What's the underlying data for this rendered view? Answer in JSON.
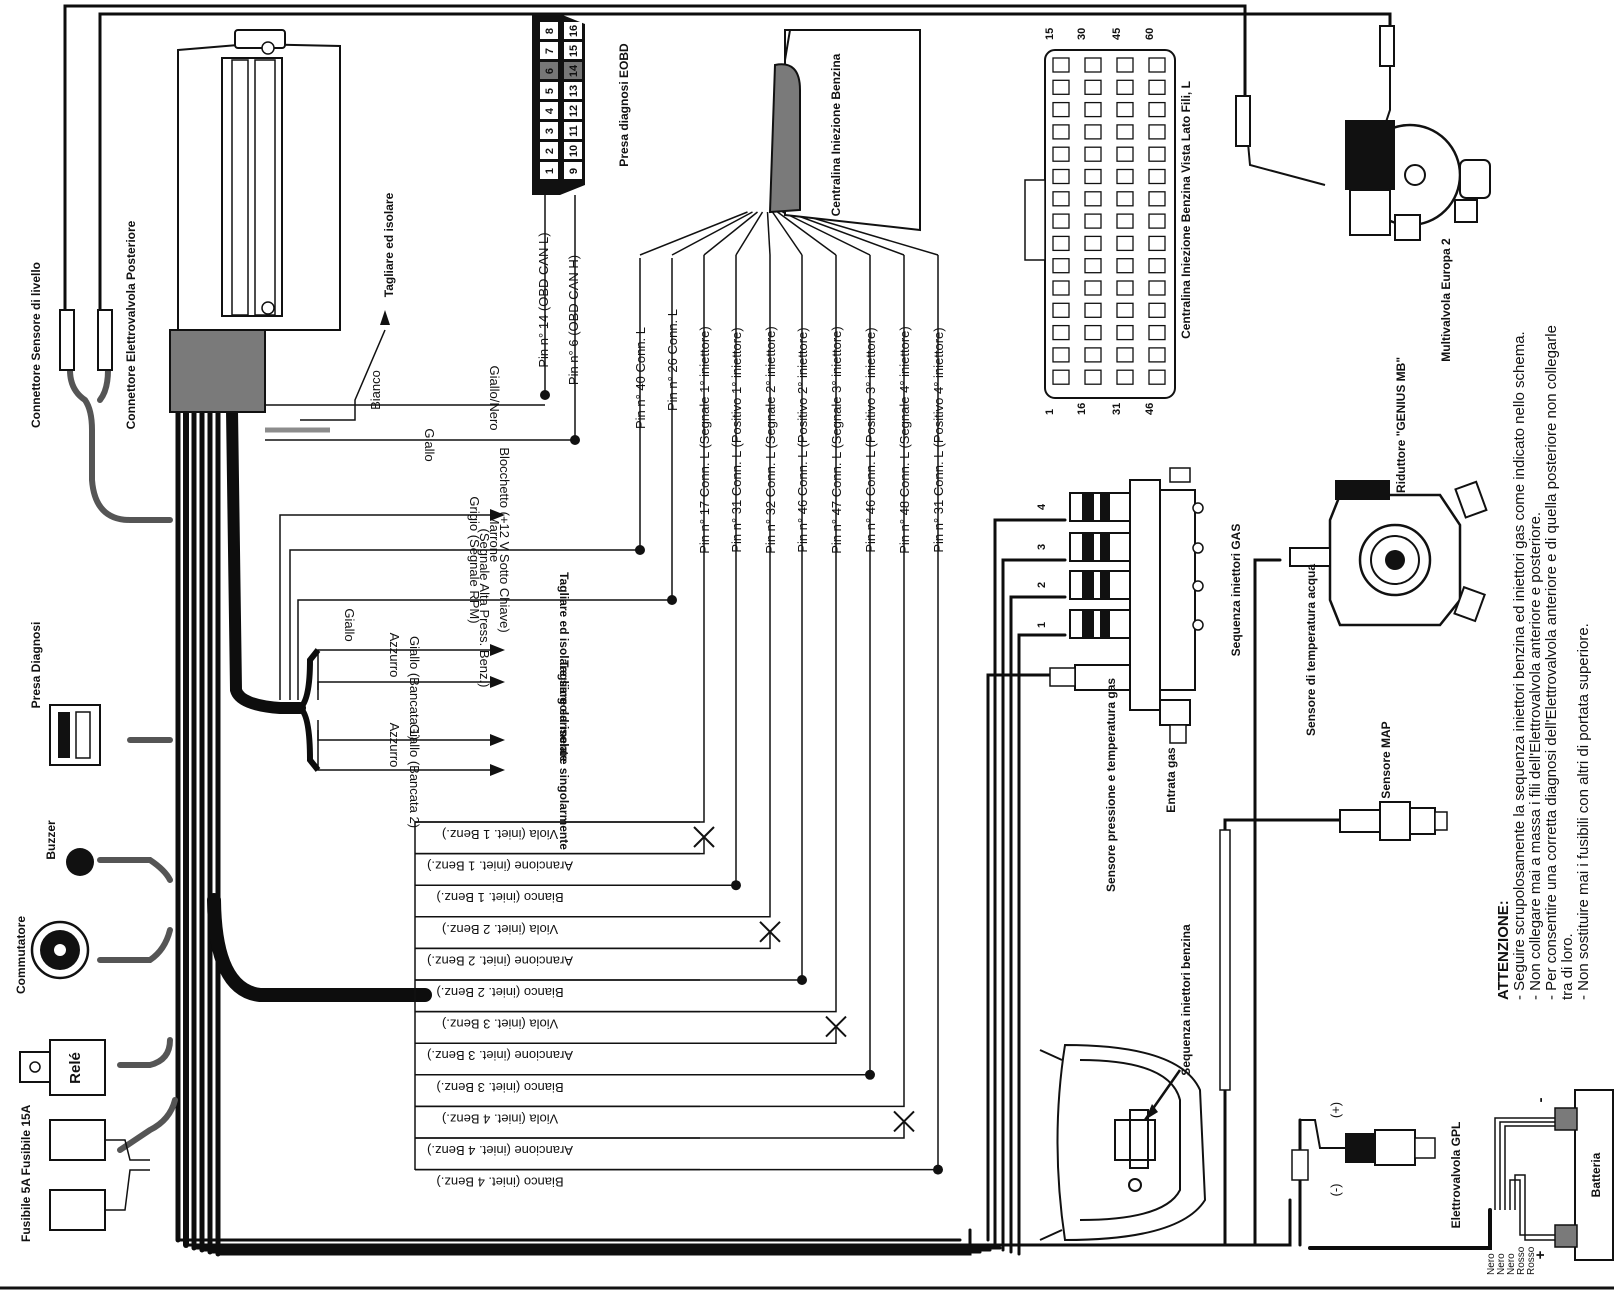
{
  "components": {
    "obd": "Presa diagnosi EOBD",
    "tagliare_isolare": "Tagliare ed isolare",
    "conn_livello": "Connettore Sensore di livello",
    "conn_posteriore": "Connettore Elettrovalvola Posteriore",
    "presa_diagnosi": "Presa Diagnosi",
    "buzzer": "Buzzer",
    "commutatore": "Commutatore",
    "rele": "Relé",
    "fus15": "Fusibile 15A",
    "fus5": "Fusibile 5A",
    "centralina": "Centralina Iniezione Benzina",
    "centralina_vista": "Centralina Iniezione Benzina Vista Lato Fili, L",
    "multivalvola": "Multivalvola Europa 2",
    "riduttore": "Riduttore \"GENIUS MB\"",
    "sensore_acqua": "Sensore di temperatura acqua",
    "sequenza_gas": "Sequenza iniettori GAS",
    "sensore_pressione": "Sensore pressione e temperatura gas",
    "entrata_gas": "Entrata gas",
    "sensore_map": "Sensore MAP",
    "sequenza_benzina": "Sequenza iniettori benzina",
    "elettrovalvola_gpl": "Elettrovalvola GPL",
    "batteria": "Batteria"
  },
  "pins": {
    "p14": "Pin n° 14 (OBD CAN L)",
    "p6": "Pin n° 6 (OBD CAN H)",
    "p40": "Pin n° 40 Conn. L",
    "p26": "Pin n° 26 Conn. L",
    "p17": "Pin n° 17 Conn. L (Segnale 1° iniettore)",
    "p31a": "Pin n° 31 Conn. L (Positivo 1° iniettore)",
    "p32": "Pin n° 32 Conn. L (Segnale 2° iniettore)",
    "p46a": "Pin n° 46 Conn. L (Positivo 2° iniettore)",
    "p47": "Pin n° 47 Conn. L (Segnale 3° iniettore)",
    "p46b": "Pin n° 46 Conn. L (Positivo 3° iniettore)",
    "p48": "Pin n° 48 Conn. L (Segnale 4° iniettore)",
    "p31b": "Pin n° 31 Conn. L (Positivo 4° iniettore)"
  },
  "wires": {
    "bianco": "Bianco",
    "giallo_nero": "Giallo/Nero",
    "giallo": "Giallo",
    "marrone": "Marrone",
    "blocchetto": "Blocchetto (+12 V Sotto Chiave)",
    "grigio": "Grigio (Segnale RPM)",
    "giallo_alta": "Giallo",
    "alta_press": "(Segnale Alta Press. Benz.)",
    "azzurro1": "Azzurro",
    "bancata1": "Giallo (Bancata 1)",
    "azzurro2": "Azzurro",
    "bancata2": "Giallo (Bancata 2)",
    "tagl_sing": "Tagliare ed isolare singolarmente",
    "tagl_sing2": "Tagliare ed isolare singolarmente",
    "tagl3": "Tagliare ed isolare",
    "tagl4": "Tagliare ed isolare"
  },
  "injector_wires": [
    "Viola (iniet. 1 Benz.)",
    "Arancione (iniet. 1 Benz.)",
    "Bianco (iniet. 1 Benz.)",
    "Viola (iniet. 2 Benz.)",
    "Arancione (iniet. 2 Benz.)",
    "Bianco (iniet. 2 Benz.)",
    "Viola (iniet. 3 Benz.)",
    "Arancione (iniet. 3 Benz.)",
    "Bianco (iniet. 3 Benz.)",
    "Viola (iniet. 4 Benz.)",
    "Arancione (iniet. 4 Benz.)",
    "Bianco (iniet. 4 Benz.)"
  ],
  "battery_wires": [
    "Nero",
    "Nero",
    "Nero",
    "Rosso",
    "Rosso"
  ],
  "gpl_polarity": [
    "(-)",
    "(+)"
  ],
  "battery_polarity": [
    "-",
    "+"
  ],
  "rail_numbers": [
    "1",
    "2",
    "3",
    "4"
  ],
  "ecu_pin_labels": [
    "15",
    "30",
    "45",
    "60",
    "1",
    "16",
    "31",
    "46"
  ],
  "obd_pins": [
    "1",
    "2",
    "3",
    "4",
    "5",
    "6",
    "7",
    "8",
    "9",
    "10",
    "11",
    "12",
    "13",
    "14",
    "15",
    "16"
  ],
  "attenzione": {
    "title": "ATTENZIONE:",
    "lines": [
      "- Seguire scrupolosamente la sequenza iniettori benzina ed iniettori gas come indicato nello schema.",
      "- Non collegare mai a massa i fili dell'Elettrovalvola anteriore e posteriore.",
      "- Per consentire una corretta diagnosi dell'Elettrovalvola anteriore e di quella posteriore non collegarle",
      "  tra di loro.",
      "- Non sostituire mai i fusibili con altri di portata superiore."
    ]
  },
  "colors": {
    "ink": "#111111",
    "harness": "#0d0d0d",
    "ecu_grey": "#7a7a7a",
    "grey_wire": "#8c8c8c"
  }
}
